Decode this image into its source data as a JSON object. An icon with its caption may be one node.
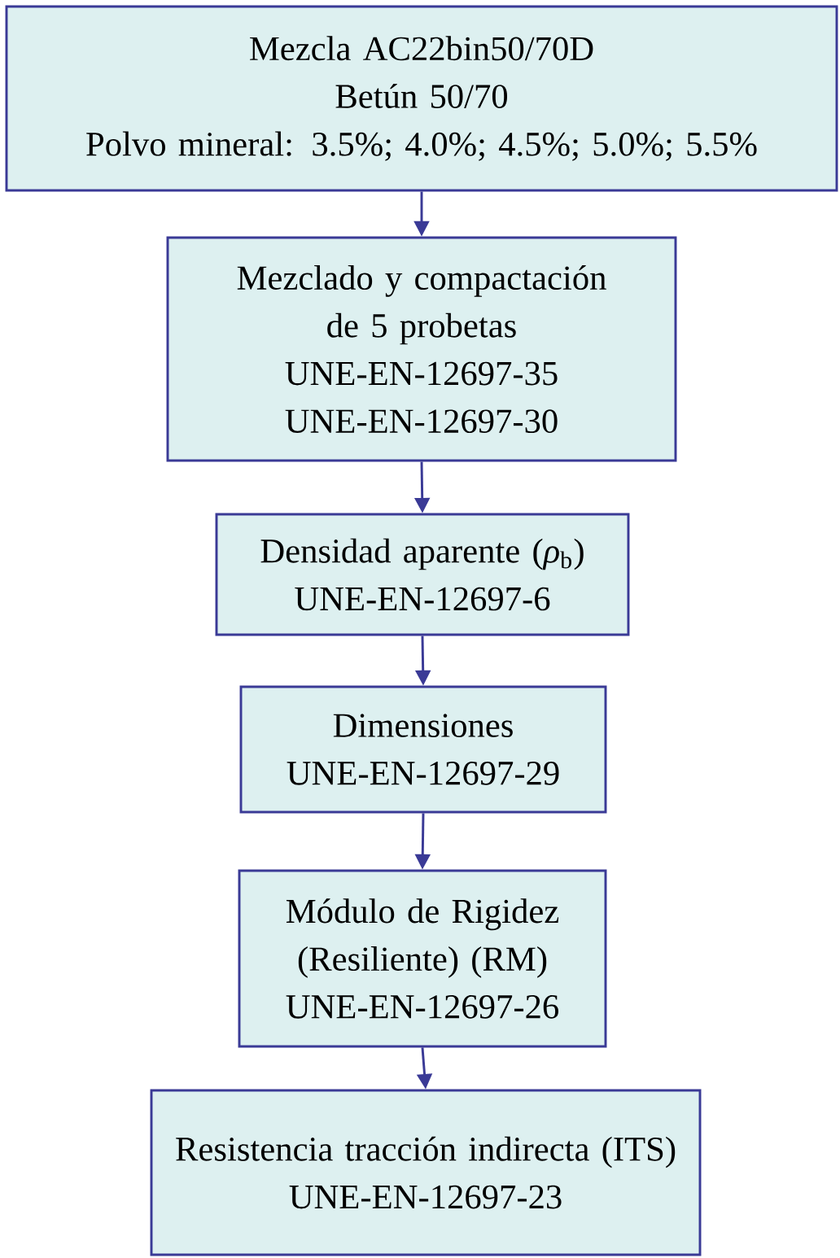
{
  "diagram": {
    "nodes": [
      {
        "text": [
          "Mezcla AC22bin50/70D",
          "Betún 50/70",
          "Polvo mineral: 3.5%; 4.0%; 4.5%; 5.0%; 5.5%"
        ]
      },
      {
        "text": [
          "Mezclado y compactación de 5 probetas",
          "UNE-EN-12697-35",
          "UNE-EN-12697-30"
        ]
      },
      {
        "text": [
          "Densidad aparente (*ρ*$_{b}$)",
          "UNE-EN-12697-6"
        ]
      },
      {
        "text": [
          "Dimensiones",
          "UNE-EN-12697-29"
        ]
      },
      {
        "text": [
          "Módulo de Rigidez (Resiliente) (RM)",
          "UNE-EN-12697-26"
        ]
      },
      {
        "text": [
          "Resistencia tracción indirecta (ITS)",
          "UNE-EN-12697-23"
        ]
      }
    ],
    "edges": [
      {
        "from": 0,
        "to": 1,
        "arrow": "to"
      },
      {
        "from": 1,
        "to": 2,
        "arrow": "to"
      },
      {
        "from": 2,
        "to": 3,
        "arrow": "to"
      },
      {
        "from": 3,
        "to": 4,
        "arrow": "to"
      },
      {
        "from": 4,
        "to": 5,
        "arrow": "to"
      }
    ]
  }
}
